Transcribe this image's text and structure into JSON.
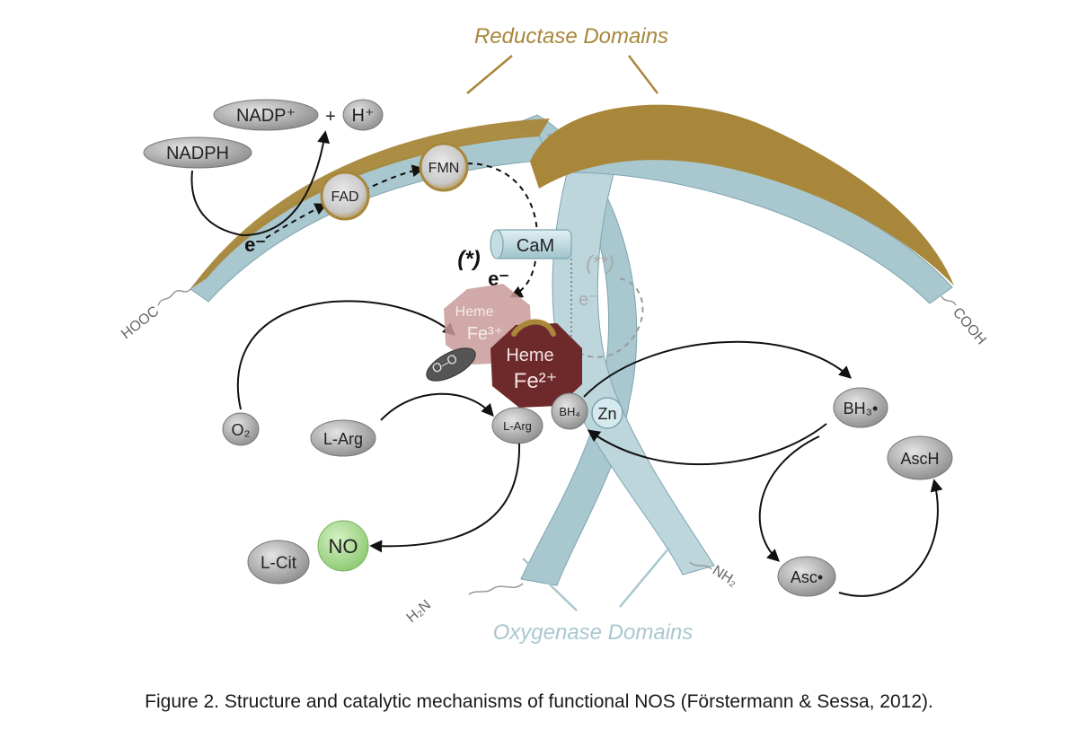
{
  "figure": {
    "title_top": "Reductase Domains",
    "title_bottom": "Oxygenase Domains",
    "caption": "Figure 2. Structure and catalytic mechanisms of functional NOS (Förstermann & Sessa, 2012)."
  },
  "termini": {
    "hooc": "HOOC",
    "cooh": "COOH",
    "h2n": "H₂N",
    "nh2": "NH₂"
  },
  "cofactors": {
    "nadp": "NADP⁺",
    "plus": "+",
    "h": "H⁺",
    "nadph": "NADPH",
    "fad": "FAD",
    "fmn": "FMN",
    "cam": "CaM",
    "electron": "e⁻",
    "electron2": "e⁻",
    "electron3": "e⁻",
    "star1": "(*)",
    "star2": "(**)"
  },
  "heme": {
    "heme_top": "Heme",
    "fe3": "Fe³⁺",
    "heme_main": "Heme",
    "fe2": "Fe²⁺",
    "oxygen": "O–O"
  },
  "substrates": {
    "o2": "O₂",
    "larg_left": "L-Arg",
    "larg_center": "L-Arg",
    "bh4": "BH₄",
    "zn": "Zn",
    "lcit": "L-Cit",
    "no": "NO",
    "bh3": "BH₃•",
    "asch": "AscH",
    "asc": "Asc•"
  },
  "colors": {
    "gold": "#a8873a",
    "teal": "#a9c7cf",
    "grey_node": "#9a9a9a",
    "no_green": "#a6d98a",
    "heme_dark": "#6e2a2a",
    "heme_light": "#c99a9a"
  }
}
